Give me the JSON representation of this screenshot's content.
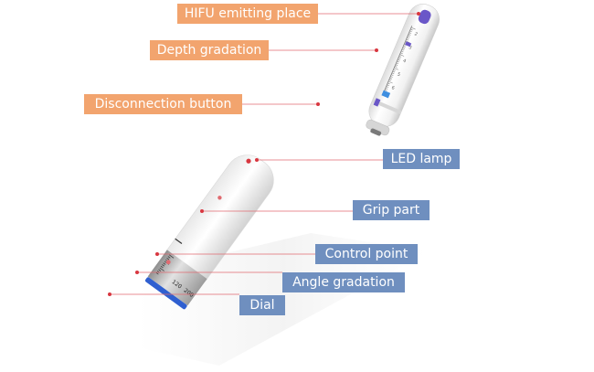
{
  "labels": {
    "hifu_emitting_place": "HIFU emitting place",
    "depth_gradation": "Depth gradation",
    "disconnection_button": "Disconnection button",
    "led_lamp": "LED lamp",
    "grip_part": "Grip part",
    "control_point": "Control point",
    "angle_gradation": "Angle gradation",
    "dial": "Dial"
  },
  "device_markings": {
    "top_scale": [
      "2",
      "3",
      "4",
      "5",
      "6"
    ],
    "bottom_scale": [
      "120",
      "200"
    ]
  },
  "colors": {
    "top_label_bg": "#f2a46e",
    "bottom_label_bg": "#6f8fbf",
    "leader_line": "#e06a70",
    "accent_purple": "#6a57c8",
    "accent_blue": "#2f5fd0",
    "led_red": "#d8363f"
  }
}
